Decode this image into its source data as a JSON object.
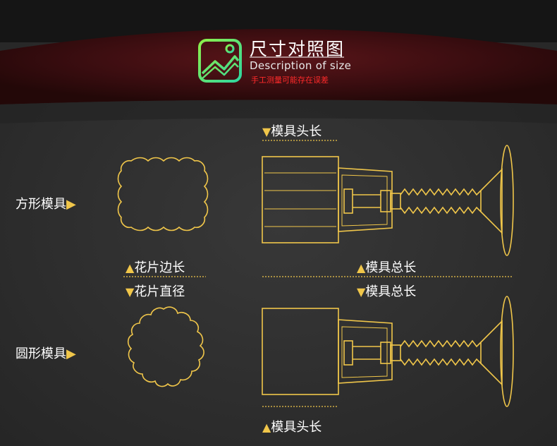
{
  "header": {
    "title": "尺寸对照图",
    "subtitle": "Description of size",
    "note": "手工测量可能存在误差"
  },
  "labels": {
    "square_mold": "方形模具",
    "round_mold": "圆形模具",
    "petal_side_length": "花片边长",
    "petal_diameter": "花片直径",
    "mold_head_length_top": "模具头长",
    "mold_total_length_upper": "模具总长",
    "mold_total_length_lower": "模具总长",
    "mold_head_length_bottom": "模具头长"
  },
  "icons": {
    "image_icon": "image-icon",
    "arrow_down": "▼",
    "arrow_up": "▲",
    "arrow_right": "▶"
  },
  "colors": {
    "accent_gold": "#f0c64a",
    "icon_green": "#3fe07a",
    "note_red": "#ff2a2a",
    "banner_dark_red": "#3a0d10"
  }
}
